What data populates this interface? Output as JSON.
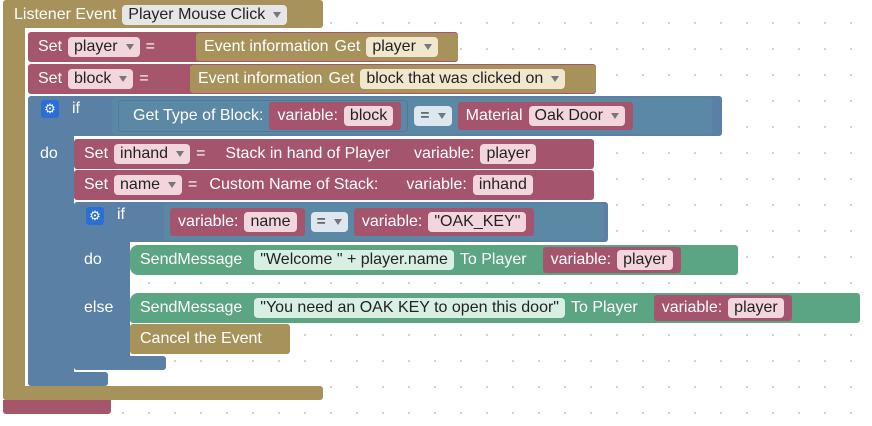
{
  "listener": {
    "label": "Listener Event",
    "event": "Player Mouse Click"
  },
  "set_player": {
    "set": "Set",
    "var": "player",
    "eq": "=",
    "info": "Event information",
    "get": "Get",
    "value": "player"
  },
  "set_block": {
    "set": "Set",
    "var": "block",
    "eq": "=",
    "info": "Event information",
    "get": "Get",
    "value": "block that was clicked on"
  },
  "if1": {
    "if": "if",
    "do": "do",
    "cond": {
      "left_label": "Get Type of Block:",
      "var_label": "variable:",
      "var": "block",
      "op": "=",
      "right_label": "Material",
      "material": "Oak Door"
    },
    "set_inhand": {
      "set": "Set",
      "var": "inhand",
      "eq": "=",
      "fn": "Stack in hand of Player",
      "var_label": "variable:",
      "arg": "player"
    },
    "set_name": {
      "set": "Set",
      "var": "name",
      "eq": "=",
      "fn": "Custom Name of Stack:",
      "var_label": "variable:",
      "arg": "inhand"
    },
    "if2": {
      "if": "if",
      "do": "do",
      "else": "else",
      "cond": {
        "var_label": "variable:",
        "var": "name",
        "op": "=",
        "right_label": "variable:",
        "right": "\"OAK_KEY\""
      },
      "msg1": {
        "label": "SendMessage",
        "text": "\"Welcome \" + player.name",
        "to": "To Player",
        "var_label": "variable:",
        "player": "player"
      },
      "msg2": {
        "label": "SendMessage",
        "text": "\"You need an OAK KEY to open this door\"",
        "to": "To Player",
        "var_label": "variable:",
        "player": "player"
      },
      "cancel": {
        "label": "Cancel the Event"
      }
    }
  },
  "colors": {
    "event": "#a8925b",
    "set": "#a5566b",
    "control": "#5b80a5",
    "logic": "#5b89a5",
    "message": "#5ba582"
  }
}
